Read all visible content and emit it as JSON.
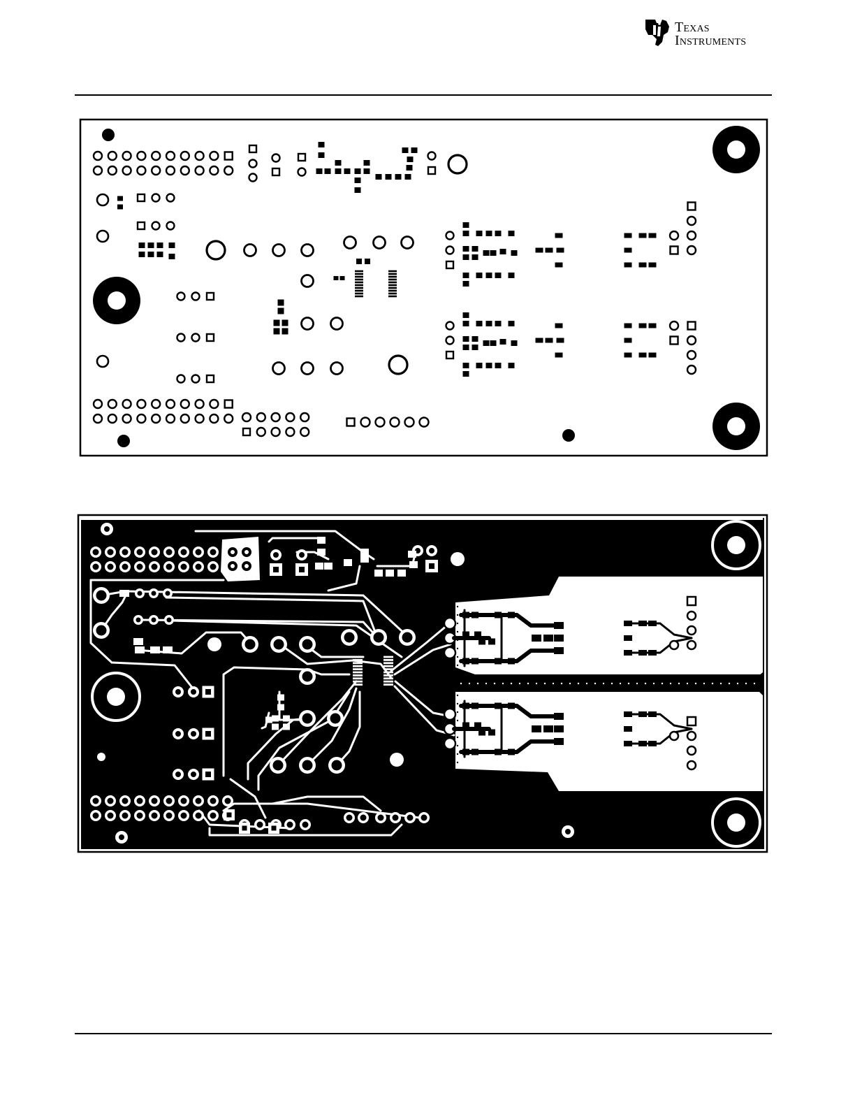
{
  "header": {
    "logo": {
      "icon": "ti-state-logo-icon",
      "line1": "Texas",
      "line2": "Instruments"
    }
  },
  "figures": [
    {
      "layer": "top",
      "description_shown": false
    },
    {
      "layer": "bottom",
      "description_shown": false
    }
  ],
  "colors": {
    "ink": "#000000",
    "paper": "#ffffff"
  }
}
